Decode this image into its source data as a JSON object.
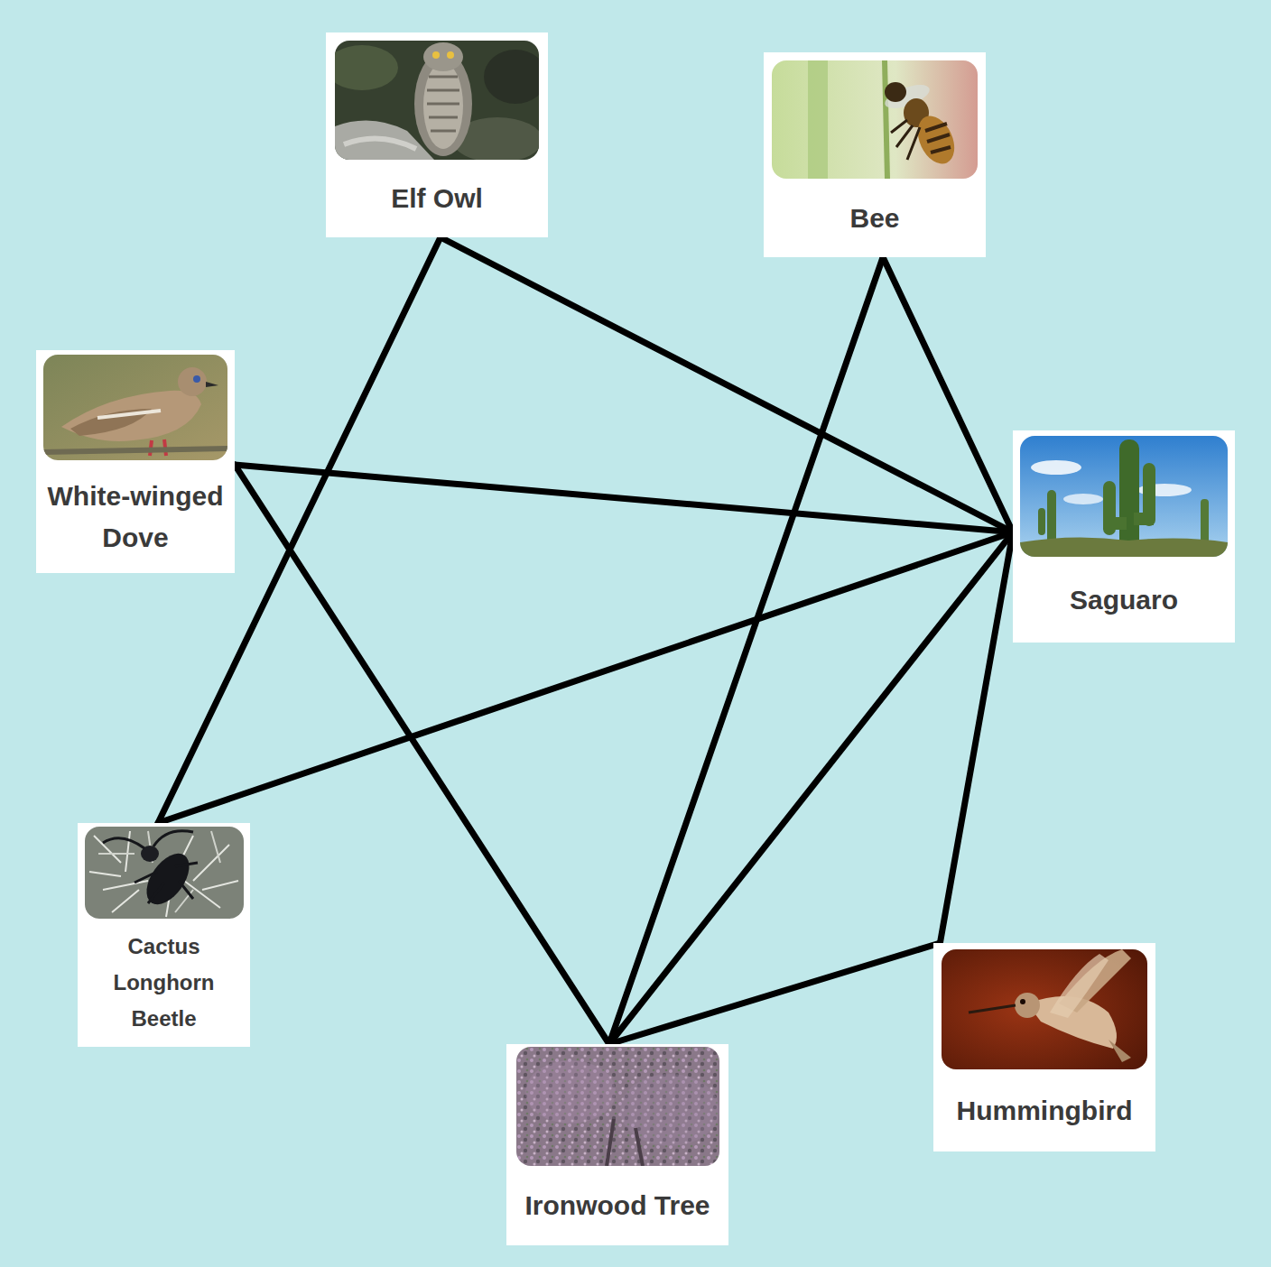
{
  "diagram": {
    "nodes": [
      {
        "text": [
          "Elf Owl"
        ]
      },
      {
        "text": [
          "Bee"
        ]
      },
      {
        "text": [
          "White-winged Dove"
        ]
      },
      {
        "text": [
          "Saguaro"
        ]
      },
      {
        "text": [
          "Cactus Longhorn Beetle"
        ]
      },
      {
        "text": [
          "Hummingbird"
        ]
      },
      {
        "text": [
          "Ironwood Tree"
        ]
      }
    ],
    "edges": [
      {
        "from": 0,
        "to": 3,
        "arrow": "none"
      },
      {
        "from": 0,
        "to": 4,
        "arrow": "none"
      },
      {
        "from": 1,
        "to": 3,
        "arrow": "none"
      },
      {
        "from": 1,
        "to": 6,
        "arrow": "none"
      },
      {
        "from": 2,
        "to": 3,
        "arrow": "none"
      },
      {
        "from": 2,
        "to": 6,
        "arrow": "none"
      },
      {
        "from": 3,
        "to": 4,
        "arrow": "none"
      },
      {
        "from": 3,
        "to": 6,
        "arrow": "none"
      },
      {
        "from": 3,
        "to": 5,
        "arrow": "none"
      },
      {
        "from": 5,
        "to": 6,
        "arrow": "none"
      }
    ]
  }
}
